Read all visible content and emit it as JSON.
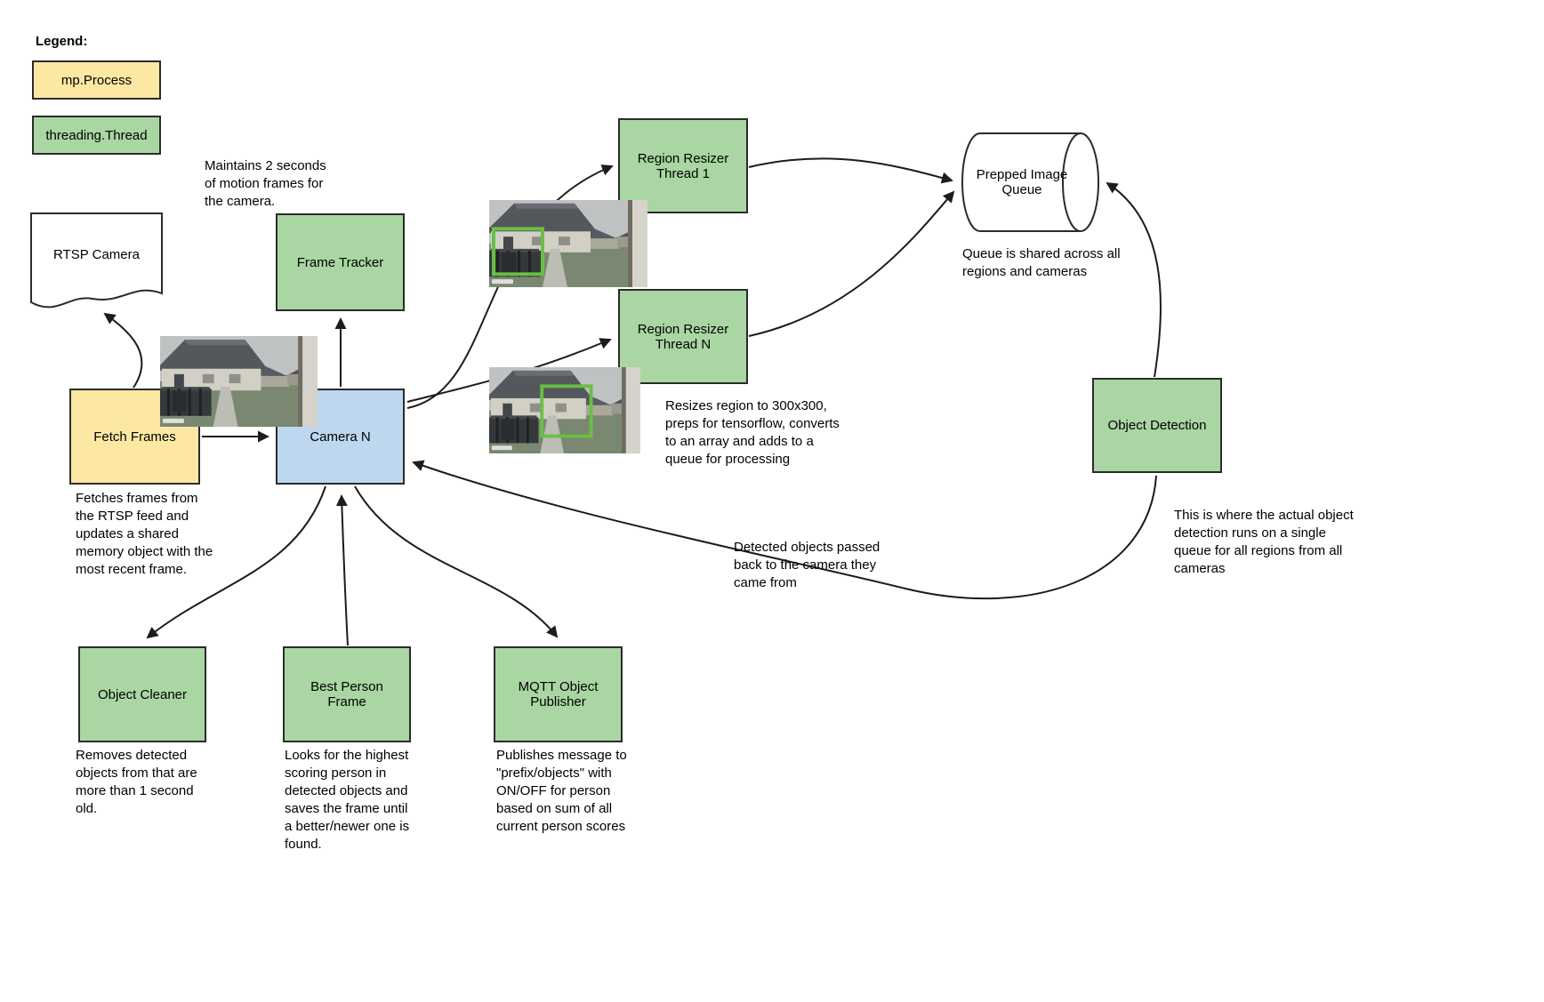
{
  "legend": {
    "title": "Legend:",
    "items": [
      {
        "label": "mp.Process",
        "type": "process"
      },
      {
        "label": "threading.Thread",
        "type": "thread"
      }
    ]
  },
  "colors": {
    "process_fill": "#fce8a2",
    "thread_fill": "#a9d6a2",
    "camera_fill": "#bdd7ee",
    "detection_box_stroke": "#6abf45",
    "line_color": "#1c1c1c"
  },
  "nodes": {
    "rtsp_camera": {
      "label": "RTSP Camera",
      "shape": "document"
    },
    "fetch_frames": {
      "label": "Fetch Frames",
      "type": "process"
    },
    "frame_tracker": {
      "label": "Frame Tracker",
      "type": "thread"
    },
    "camera_n": {
      "label": "Camera N",
      "type": "camera"
    },
    "region_resizer_1": {
      "label": "Region Resizer Thread 1",
      "type": "thread"
    },
    "region_resizer_n": {
      "label": "Region Resizer Thread N",
      "type": "thread"
    },
    "prepped_image_queue": {
      "label": "Prepped Image Queue",
      "shape": "queue-cylinder"
    },
    "object_detection": {
      "label": "Object Detection",
      "type": "thread"
    },
    "object_cleaner": {
      "label": "Object Cleaner",
      "type": "thread"
    },
    "best_person_frame": {
      "label": "Best Person Frame",
      "type": "thread"
    },
    "mqtt_object_publisher": {
      "label": "MQTT Object Publisher",
      "type": "thread"
    }
  },
  "captions": {
    "frame_tracker_note": "Maintains 2 seconds of motion frames for the camera.",
    "fetch_frames_note": "Fetches frames from the RTSP feed and updates a shared memory object with the most recent frame.",
    "resizer_note": "Resizes region to 300x300, preps for tensorflow, converts to an array and adds to a queue for processing",
    "queue_note": "Queue is shared across all regions and cameras",
    "detected_objects_note": "Detected objects passed back to the camera they came from",
    "object_detection_note": "This is where the actual object detection runs on a single queue for all regions from all cameras",
    "object_cleaner_note": "Removes detected objects from that are more than 1 second old.",
    "best_person_note": "Looks for the highest scoring person in detected objects and saves the frame until a better/newer one is found.",
    "mqtt_note": "Publishes message to \"prefix/objects\" with ON/OFF for person based on sum of all current person scores"
  },
  "edges": [
    {
      "from": "Fetch Frames",
      "to": "RTSP Camera"
    },
    {
      "from": "Fetch Frames",
      "to": "Camera N"
    },
    {
      "from": "Camera N",
      "to": "Frame Tracker"
    },
    {
      "from": "Camera N",
      "to": "Region Resizer Thread 1"
    },
    {
      "from": "Camera N",
      "to": "Region Resizer Thread N"
    },
    {
      "from": "Region Resizer Thread 1",
      "to": "Prepped Image Queue"
    },
    {
      "from": "Region Resizer Thread N",
      "to": "Prepped Image Queue"
    },
    {
      "from": "Object Detection",
      "to": "Prepped Image Queue"
    },
    {
      "from": "Object Detection",
      "to": "Camera N"
    },
    {
      "from": "Camera N",
      "to": "Object Cleaner"
    },
    {
      "from": "Best Person Frame",
      "to": "Camera N"
    },
    {
      "from": "Camera N",
      "to": "MQTT Object Publisher"
    }
  ]
}
